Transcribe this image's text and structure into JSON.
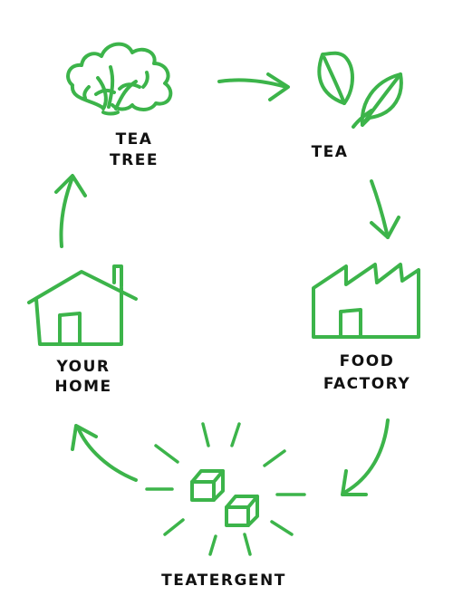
{
  "diagram": {
    "ink_color": "#3cb44a",
    "text_color": "#111111",
    "nodes": {
      "tea_tree": {
        "icon": "tree-icon",
        "line1": "TEA",
        "line2": "TREE"
      },
      "tea": {
        "icon": "tea-leaves-icon",
        "line1": "TEA"
      },
      "food_factory": {
        "icon": "factory-icon",
        "line1": "FOOD",
        "line2": "FACTORY"
      },
      "teatergent": {
        "icon": "sparkling-cubes-icon",
        "line1": "TEATERGENT"
      },
      "your_home": {
        "icon": "house-icon",
        "line1": "YOUR",
        "line2": "HOME"
      }
    },
    "arrows": [
      {
        "from": "TEA TREE",
        "to": "TEA"
      },
      {
        "from": "TEA",
        "to": "FOOD FACTORY"
      },
      {
        "from": "FOOD FACTORY",
        "to": "TEATERGENT"
      },
      {
        "from": "TEATERGENT",
        "to": "YOUR HOME"
      },
      {
        "from": "YOUR HOME",
        "to": "TEA TREE"
      }
    ]
  }
}
